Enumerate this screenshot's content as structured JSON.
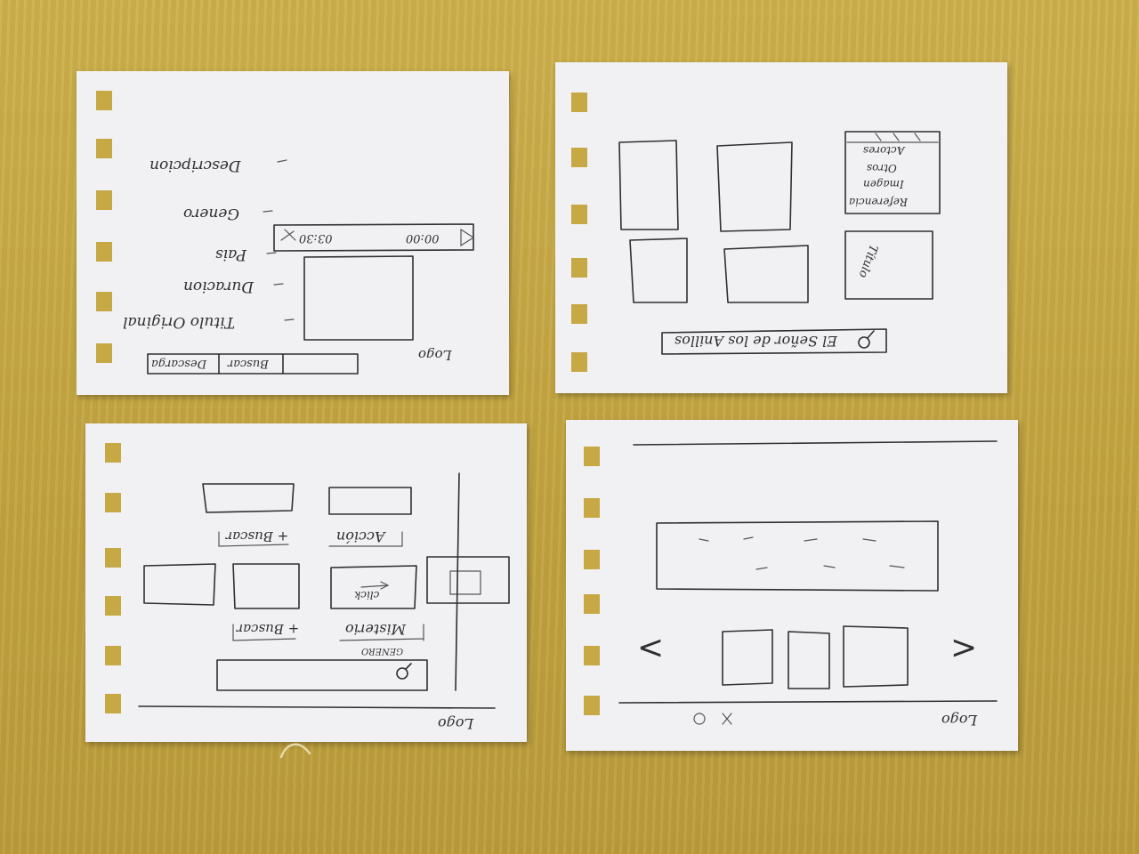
{
  "sketches": {
    "player_page": {
      "menu_tabs": [
        "Buscar",
        "Descarga"
      ],
      "time_start": "00:00",
      "time_end": "03:30",
      "fields": [
        "Titulo Original",
        "Duracion",
        "Pais",
        "Genero",
        "Descripcion"
      ],
      "logo": "Logo"
    },
    "detail_page": {
      "search_text": "El Señor de los Anillos",
      "side_panel_lines": [
        "Referencia",
        "Imagen",
        "Otros",
        "Actores"
      ],
      "side_box_label": "Título"
    },
    "catalog_page": {
      "category_labels": [
        "Acción",
        "+ Buscar",
        "Misterio",
        "+ Buscar"
      ],
      "genre_label": "GENERO",
      "click_label": "click",
      "logo": "Logo"
    },
    "home_page": {
      "logo": "Logo",
      "nav_prev": "<",
      "nav_next": ">"
    }
  }
}
